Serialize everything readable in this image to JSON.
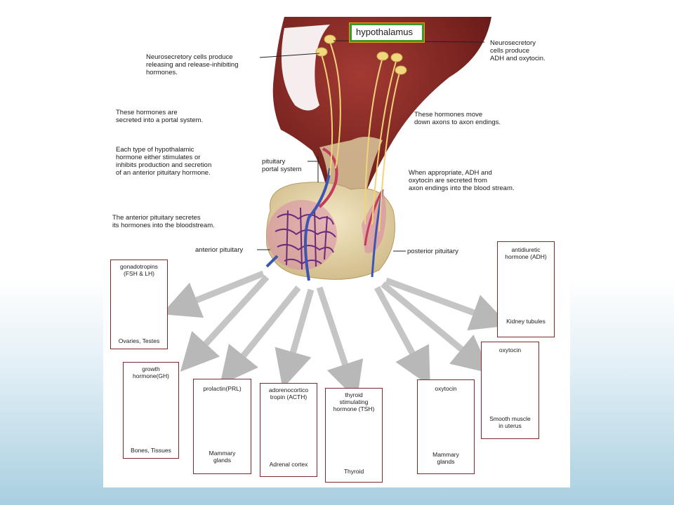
{
  "header": {
    "hypothalamus": "hypothalamus"
  },
  "labels": {
    "neuro_left": "Neurosecretory cells produce\nreleasing and release-inhibiting\nhormones.",
    "neuro_right": "Neurosecretory\ncells produce\nADH and oxytocin.",
    "portal_secreted": "These hormones are\nsecreted into a portal system.",
    "move_axons": "These hormones move\ndown axons to axon endings.",
    "each_type": "Each type of hypothalamic\nhormone either stimulates or\ninhibits production and secretion\nof an anterior pituitary hormone.",
    "portal_system": "pituitary\nportal system",
    "when_appropriate": "When appropriate, ADH and\noxytocin are secreted from\naxon endings into the blood stream.",
    "anterior_secretes": "The anterior pituitary secretes\nits hormones into the bloodstream.",
    "anterior_pituitary": "anterior pituitary",
    "posterior_pituitary": "posterior pituitary"
  },
  "cards": {
    "gonadotropins": {
      "title": "gonadotropins\n(FSH & LH)",
      "target": "Ovaries, Testes"
    },
    "gh": {
      "title": "growth\nhormone(GH)",
      "target": "Bones, Tissues"
    },
    "prl": {
      "title": "prolactin(PRL)",
      "target": "Mammary\nglands"
    },
    "acth": {
      "title": "adorenocortico\ntropin (ACTH)",
      "target": "Adrenal cortex"
    },
    "tsh": {
      "title": "thyroid\nstimulating\nhormone (TSH)",
      "target": "Thyroid"
    },
    "oxytocin_mammary": {
      "title": "oxytocin",
      "target": "Mammary\nglands"
    },
    "oxytocin_uterus": {
      "title": "oxytocin",
      "target": "Smooth muscle\nin uterus"
    },
    "adh": {
      "title": "antidiuretic\nhormone (ADH)",
      "target": "Kidney tubules"
    }
  },
  "colors": {
    "brain": "#7a1e1c",
    "pituitary": "#e9d9b0",
    "vessel_red": "#c43a5a",
    "vessel_blue": "#3c55b0",
    "arrow": "#bcbcbc",
    "card_border": "#7a2a2a"
  }
}
